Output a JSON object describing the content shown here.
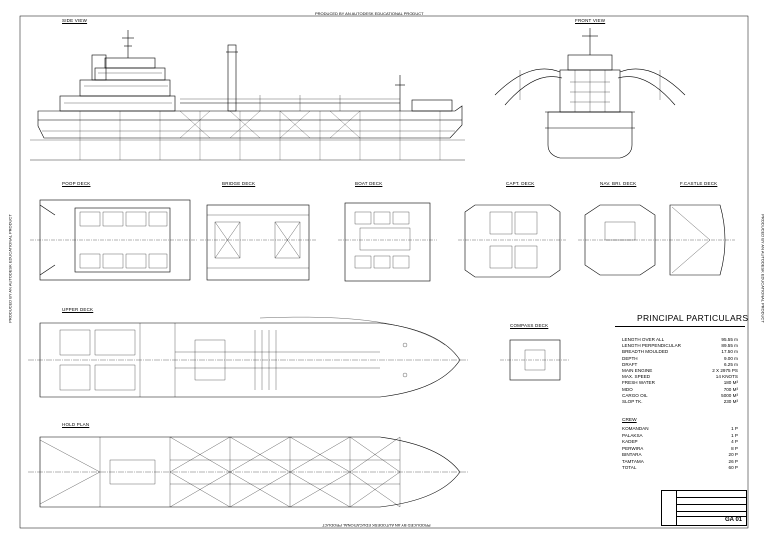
{
  "watermark": "PRODUCED BY AN AUTODESK EDUCATIONAL PRODUCT",
  "views": {
    "side_view": "SIDE VIEW",
    "front_view": "FRONT VIEW",
    "poop_deck": "POOP DECK",
    "bridge_deck": "BRIDGE DECK",
    "boat_deck": "BOAT DECK",
    "capt_deck": "CAPT. DECK",
    "nav_deck": "NAV. BRI. DECK",
    "fcastle_deck": "F.CASTLE DECK",
    "upper_deck": "UPPER DECK",
    "compass_deck": "COMPASS DECK",
    "hold_plan": "HOLD PLAN"
  },
  "particulars": {
    "title": "PRINCIPAL PARTICULARS",
    "rows": [
      {
        "k": "LENGTH OVER ALL",
        "v": "95.55 m"
      },
      {
        "k": "LENGTH PERPENDICULAR",
        "v": "89.55 m"
      },
      {
        "k": "BREADTH MOULDED",
        "v": "17.50 m"
      },
      {
        "k": "DEPTH",
        "v": "9.00 m"
      },
      {
        "k": "DRAFT",
        "v": "6.25 m"
      },
      {
        "k": "MAIN ENGINE",
        "v": "2 X 2975 PS"
      },
      {
        "k": "MAX. SPEED",
        "v": "14 KNOTS"
      },
      {
        "k": "FRESH WATER",
        "v": "180 M³"
      },
      {
        "k": "MDO",
        "v": "700 M³"
      },
      {
        "k": "CARGO OIL",
        "v": "5000 M³"
      },
      {
        "k": "SLOP TK.",
        "v": "230 M³"
      }
    ],
    "crew_title": "CREW",
    "crew": [
      {
        "k": "KOMANDAN",
        "v": "1 P"
      },
      {
        "k": "PALAKSA",
        "v": "1 P"
      },
      {
        "k": "KADEP",
        "v": "4 P"
      },
      {
        "k": "PERWIRA",
        "v": "8 P"
      },
      {
        "k": "BINTARA",
        "v": "20 P"
      },
      {
        "k": "TAMTAMA",
        "v": "26 P"
      },
      {
        "k": "TOTAL",
        "v": "60 P"
      }
    ]
  },
  "title_block": {
    "drawing_no": "GA 01"
  }
}
